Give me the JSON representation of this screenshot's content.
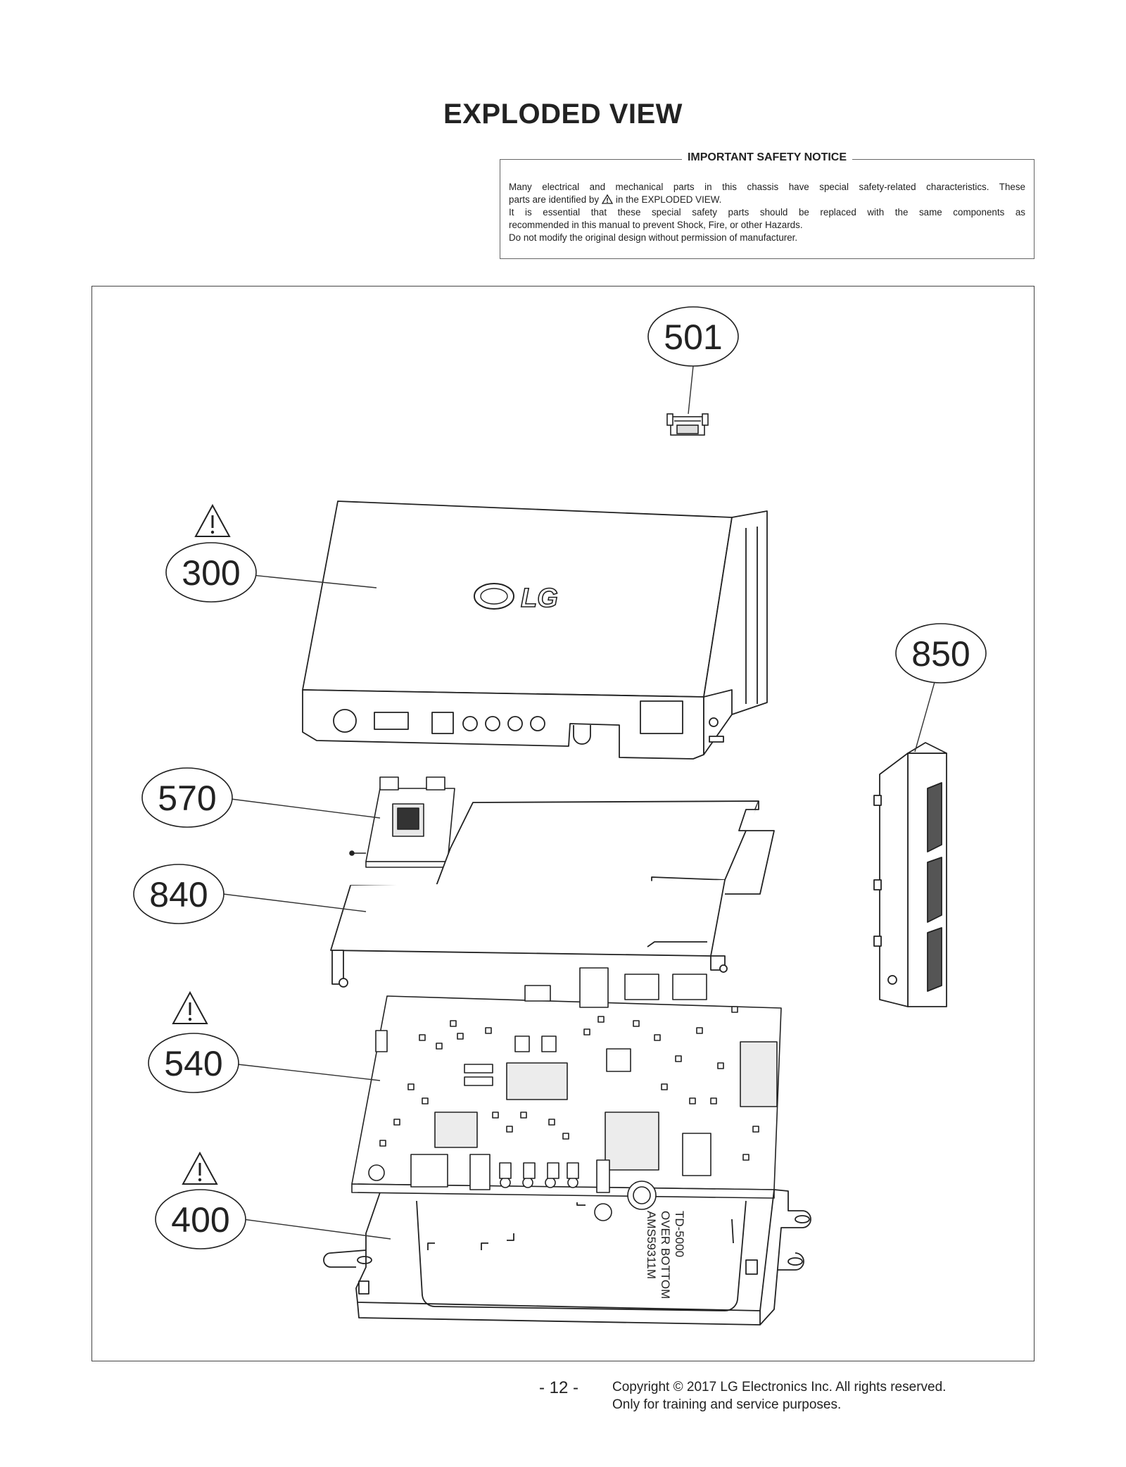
{
  "page": {
    "title": "EXPLODED VIEW"
  },
  "notice": {
    "heading": "IMPORTANT SAFETY NOTICE",
    "line1": "Many electrical and mechanical parts in this chassis have special safety-related characteristics. These",
    "line2_before_icon": "parts are identified by",
    "line2_after_icon": "in the EXPLODED VIEW.",
    "line3": "It is essential that these special safety parts should be replaced with the same components as",
    "line4": "recommended in this manual to prevent Shock, Fire, or other Hazards.",
    "line5": "Do not modify the original design without permission of manufacturer.",
    "icon": "warning-triangle-icon"
  },
  "diagram": {
    "callouts": {
      "c501": "501",
      "c300": "300",
      "c850": "850",
      "c570": "570",
      "c840": "840",
      "c540": "540",
      "c400": "400"
    },
    "case_logo": "LG",
    "board_marking_1": "TD-5000",
    "board_marking_2": "OVER BOTTOM",
    "board_marking_3": "AMS59311M"
  },
  "footer": {
    "page_number": "- 12 -",
    "copyright_line1": "Copyright © 2017 LG Electronics Inc. All rights reserved.",
    "copyright_line2": "Only for training and service purposes."
  }
}
